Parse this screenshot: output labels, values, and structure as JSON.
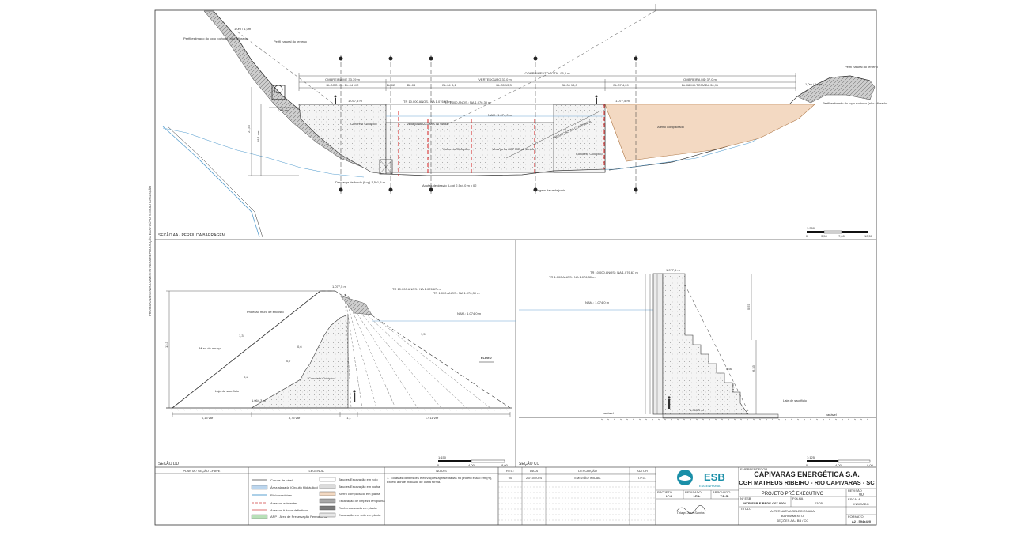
{
  "sheet": {
    "side_note": "PROIBIDO DESENVOLVIMENTO PARA REPRODUÇÃO E/OU CÓPIA SEM AUTORIZAÇÃO"
  },
  "section_aa": {
    "title": "SEÇÃO AA - PERFIL DA BARRAGEM",
    "total_length": "COMPRIMENTO TOTAL 96,6 m",
    "left_abutment": "OMBREIRA ME 33,39 m",
    "spillway": "VERTEDOURO 33,0 m",
    "right_abutment": "OMBREIRA MD 37,0 m",
    "block_01": "BLOCO 01 - BL.04 MR",
    "bl02": "BL.02",
    "bl03": "BL.03",
    "bl04": "BL.04 B,1",
    "bl05": "BL.05 13,3",
    "bl06": "BL.06 13,0",
    "bl07": "BL.07 4,09",
    "bl08": "BL.08 MA TOMADA 30,91",
    "crest_left": "1.077,5 m",
    "crest_right": "1.077,5 m",
    "tr10000": "TR 10.000 ANOS.: NA 1.076,67 m",
    "tr1000": "TR 1.000 ANOS.: NA 1.076,30 m",
    "nam": "NAM.: 1.074,0 m",
    "concrete_left": "Concreto Ciclópico",
    "concrete_mid": "Concreto Ciclópico",
    "concrete_right": "Concreto Ciclópico",
    "backfill": "Aterro compactado",
    "joint_seal_1": "Veda junta O22 MIA ou similar",
    "joint_seal_2": "Veda junta O22 MIA ou similar",
    "bottom_discharge": "Descarga de fundo (Log) 1,5x1,5 m",
    "diversion": "Adufas de desvio (Log) 2,5x4,0 m x 02",
    "joint_seal_bottom": "Selagem da veda junta",
    "natural_profile_left": "Perfil natural do terreno",
    "rock_top_left": "Perfil estimado do topo rochoso (não aflorado)",
    "natural_profile_right": "Perfil natural do terreno",
    "rock_top_right": "Perfil estimado do topo rochoso (não aflorado)",
    "slope_left": "1,0m / 1,0m",
    "slope_right": "1,0m / 1,0m",
    "diag_text": "PROJEÇÃO DA COMPORTA",
    "dim_h1": "21,55",
    "dim_h2": "18,1 var",
    "dim_w": "7,54 var",
    "scale_label": "1:350",
    "scale_ticks": [
      "0",
      "3,50",
      "7,00",
      "10,50"
    ]
  },
  "section_dd": {
    "title": "SEÇÃO DD",
    "crest": "1.077,5 m",
    "tr10000": "TR 10.000 ANOS.: NA 1.076,67 m",
    "tr1000": "TR 1.000 ANOS.: NA 1.076,30 m",
    "nam": "NAM.: 1.074,0 m",
    "projection_wall": "Projeção muro de encosto",
    "wall": "Muro de abraço",
    "concrete": "Concreto Ciclópico",
    "sacrifice_slab": "Laje de sacrifício",
    "slab_level": "1.064,3 m",
    "flow": "FLUXO",
    "ratio_left": "1,3",
    "ratio_right": "1,5",
    "step_07": "0,7",
    "step_06": "0,6",
    "step_02": "0,2",
    "dim_height": "13,3",
    "dim_b1": "6,15 var",
    "dim_b2": "8,75 var",
    "dim_b3": "1,1",
    "dim_b4": "17,11 var",
    "scale_label": "1:150",
    "scale_ticks": [
      "0",
      "4,00",
      "8,00"
    ]
  },
  "section_cc": {
    "title": "SEÇÃO CC",
    "crest": "1.077,5 m",
    "tr10000": "TR 10.000 ANOS.: NA 1.076,67 m",
    "tr1000": "TR 1.000 ANOS.: NA 1.076,30 m",
    "nam": "NAM.: 1.074,0 m",
    "sacrifice_slab": "Laje de sacrifício",
    "slab_level": "1.063,9 m",
    "variable_left": "variável",
    "variable_right": "variável",
    "dim_a": "5,57",
    "dim_b": "6,33",
    "dim_c": "0,56",
    "dim_d": "#1,964",
    "scale_label": "1:125",
    "scale_ticks": [
      "0",
      "4,00",
      "8,00"
    ]
  },
  "legend": {
    "plan_title": "PLANTA / SEÇÃO CHAVE",
    "title": "LEGENDA",
    "left_items": [
      "Curvas de nível",
      "Área alagada (Circuito Hidráulico)",
      "Rio/corredeiras",
      "Acessos existentes",
      "Acessos futuros definitivos",
      "APP - Área de Preservação Permanente"
    ],
    "right_items": [
      "Taludes Escavação em solo",
      "Taludes Escavação em rocha",
      "Aterro compactado em planta",
      "Escavação de limpeza em planta",
      "Rocha escavada em planta",
      "Escavação em solo em planta"
    ]
  },
  "notes": {
    "title": "NOTAS",
    "text": "1.  Todas as dimensões e elevações apresentadas no projeto estão em (m), exceto aonde indicado de outra forma."
  },
  "revisions": {
    "headers": [
      "REV.:",
      "DATA",
      "DESCRIÇÃO",
      "AUTOR"
    ],
    "rows": [
      [
        "00",
        "22/10/2024",
        "EMISSÃO INICIAL",
        "I.P.G."
      ]
    ]
  },
  "title_block": {
    "logo_text": "ESB",
    "logo_sub": "ENGENHARIA",
    "company_label": "EMPREENDEDOR",
    "company": "CAPIVARAS ENERGÉTICA S.A.",
    "project": "CGH MATHEUS RIBEIRO - RIO CAPIVARAS - SC",
    "phase": "PROJETO PRÉ EXECUTIVO",
    "revision_label": "REVISÃO",
    "revision": "00",
    "drawn_label": "PROJETO",
    "drawn": "I.P.G",
    "reviewed_label": "REVISADO",
    "reviewed": "I.R.L",
    "approved_label": "APROVADO",
    "approved": "T.D.S.",
    "number_label": "Nº ESB",
    "number": "MTR-ESB-E-BPDE-C07-0003",
    "sheet_label": "FOLHA",
    "sheet": "03/05",
    "scale_label": "ESCALA",
    "scale": "INDICADO",
    "title_label": "TÍTULO",
    "title_lines": [
      "ALTERNATIVA SELECIONADA",
      "BARRAMENTO",
      "SEÇÕES AA / BB / CC"
    ],
    "format_label": "FORMATO",
    "format": "A2 - 594x420",
    "signature": "Thiago José Santos"
  }
}
